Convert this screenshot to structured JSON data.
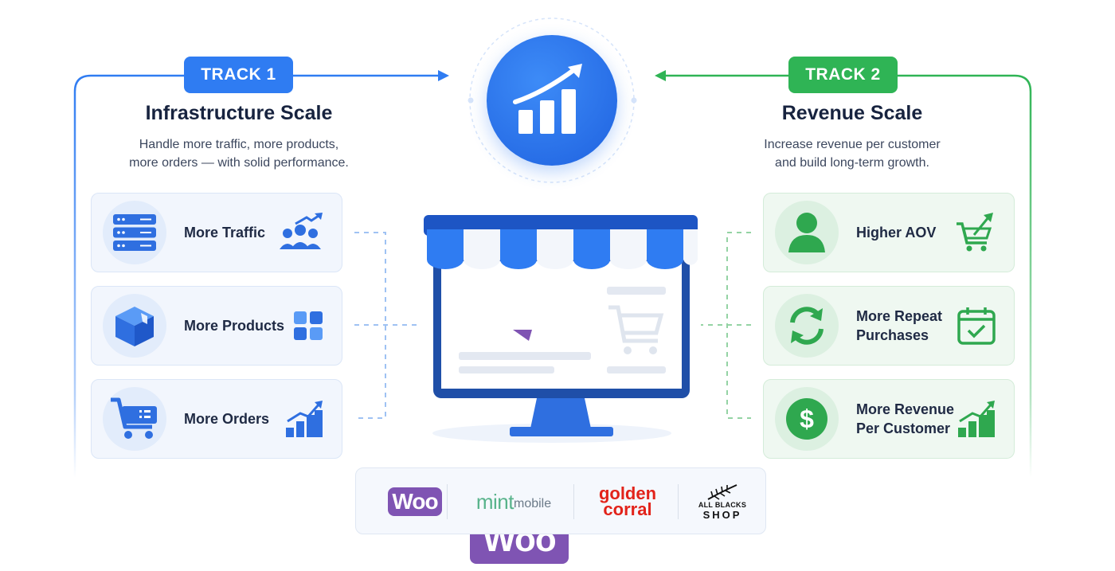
{
  "track1": {
    "badge": "TRACK 1",
    "title": "Infrastructure Scale",
    "description": "Handle more traffic, more products,\nmore orders — with solid performance.",
    "items": [
      {
        "label": "More Traffic",
        "icon": "server-icon",
        "side_icon": "users-growth-icon"
      },
      {
        "label": "More Products",
        "icon": "box-icon",
        "side_icon": "grid-icon"
      },
      {
        "label": "More Orders",
        "icon": "cart-icon",
        "side_icon": "bar-growth-icon"
      }
    ]
  },
  "track2": {
    "badge": "TRACK 2",
    "title": "Revenue Scale",
    "description": "Increase revenue per customer\nand build long-term growth.",
    "items": [
      {
        "label": "Higher AOV",
        "icon": "user-icon",
        "side_icon": "cart-growth-icon"
      },
      {
        "label": "More Repeat\nPurchases",
        "icon": "refresh-icon",
        "side_icon": "calendar-check-icon"
      },
      {
        "label": "More Revenue\nPer Customer",
        "icon": "dollar-icon",
        "side_icon": "bar-growth-icon"
      }
    ]
  },
  "center": {
    "store_logo": "Woo",
    "icon": "growth-chart-icon"
  },
  "logos": {
    "woo": "Woo",
    "mint_main": "mint",
    "mint_sub": "mobile",
    "golden_line1": "golden",
    "golden_line2": "corral",
    "allblacks_line1": "ALL BLACKS",
    "allblacks_line2": "SHOP"
  },
  "colors": {
    "blue": "#2f7cf2",
    "green": "#2fb455",
    "woo_purple": "#7f54b3",
    "mint_green": "#58b38b",
    "golden_red": "#e2231a"
  }
}
